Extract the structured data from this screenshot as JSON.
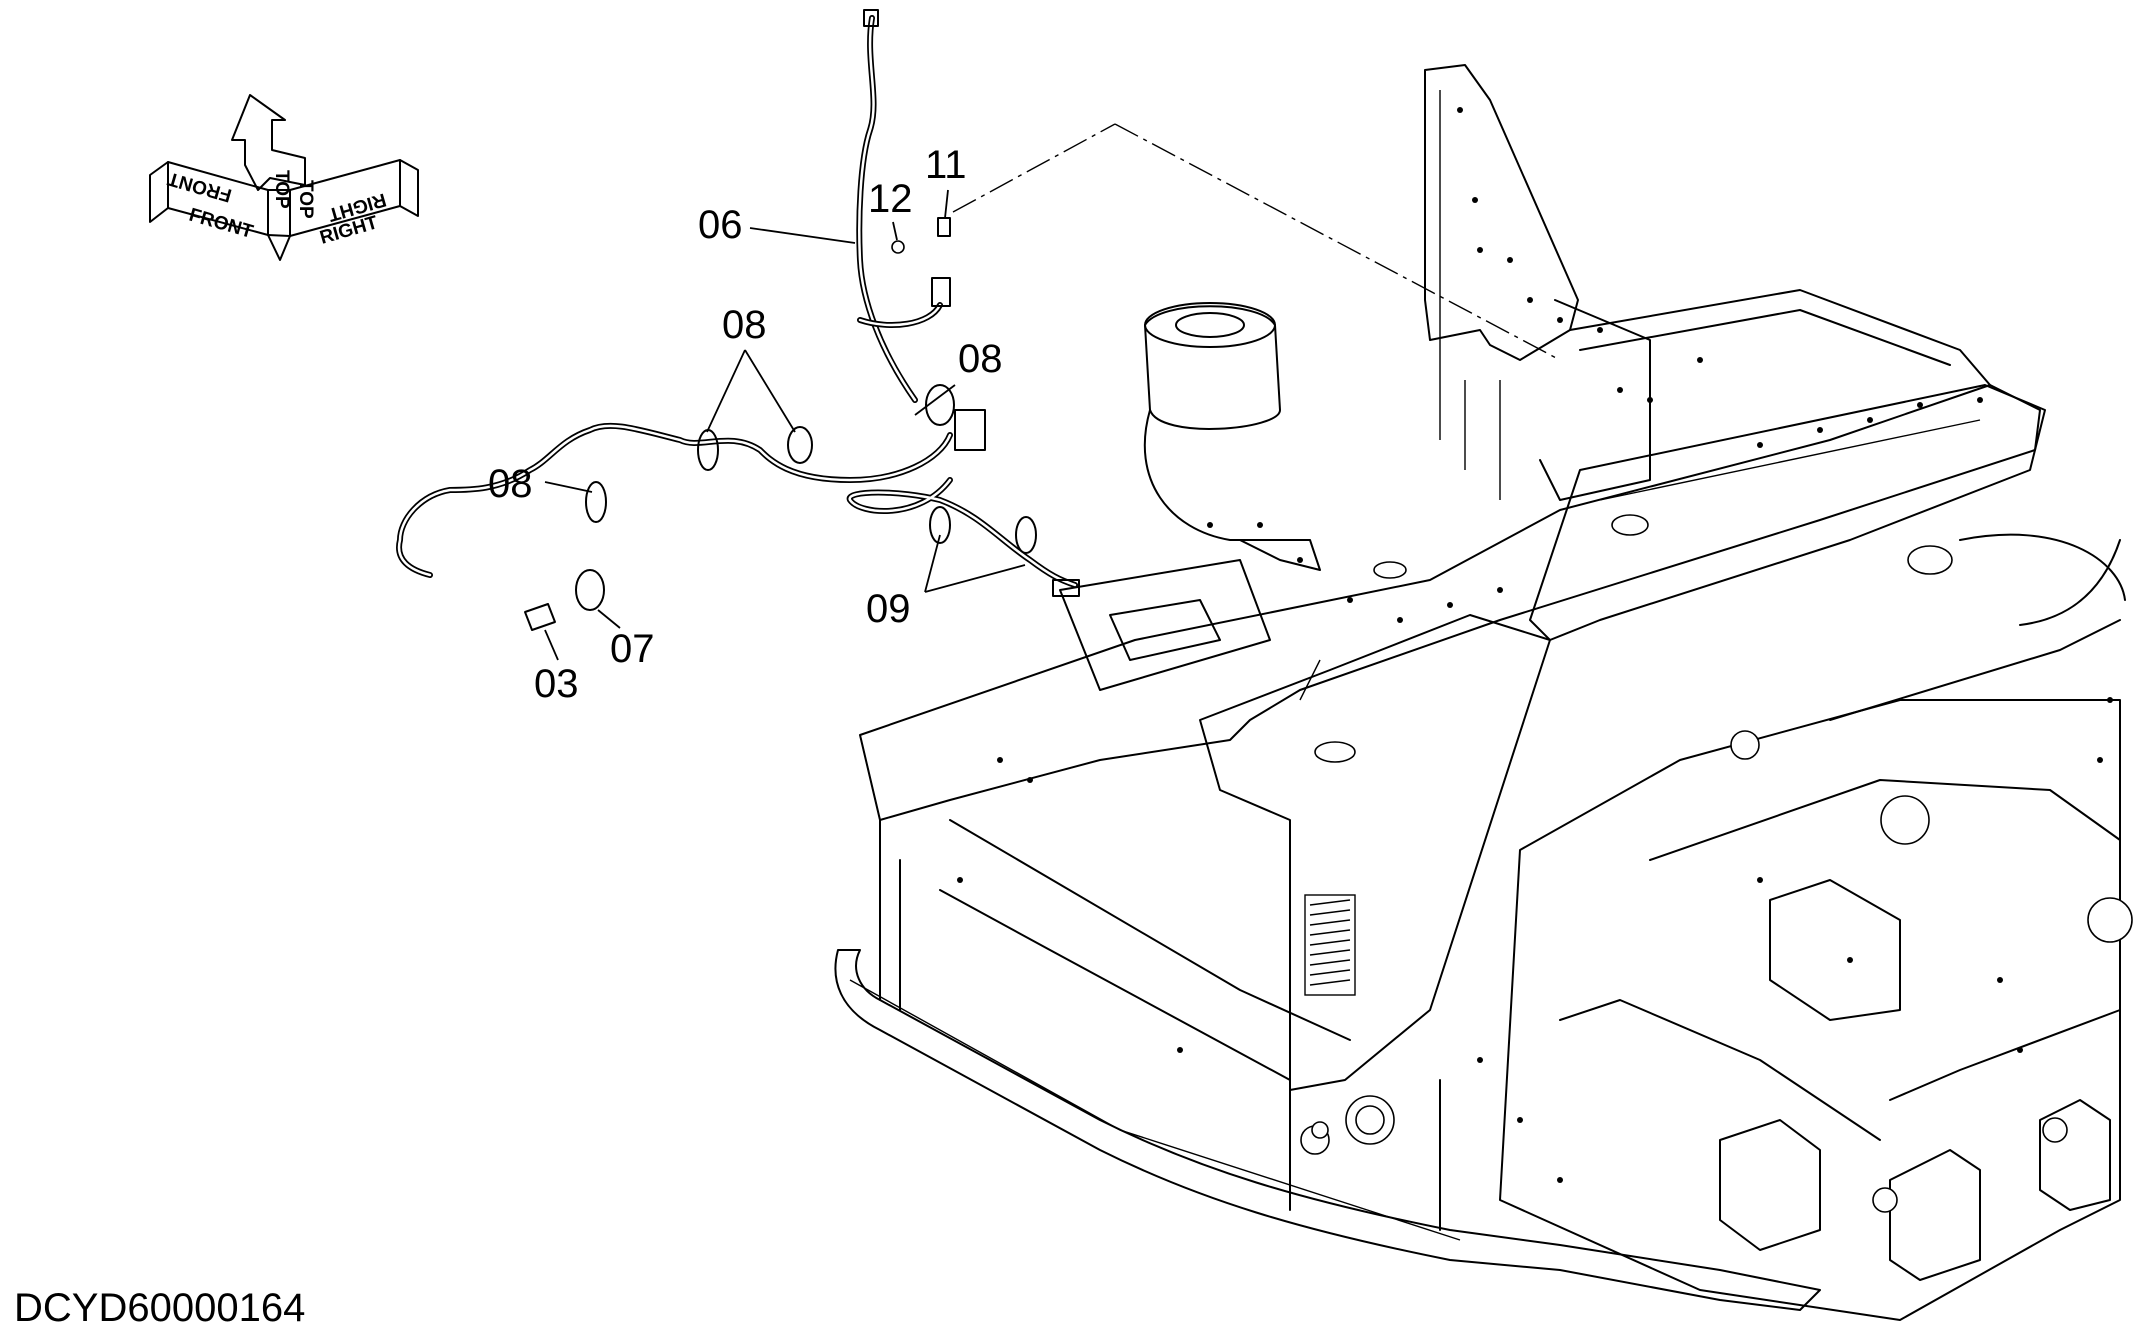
{
  "drawing": {
    "code": "DCYD60000164",
    "orientation": {
      "front": "FRONT",
      "top": "TOP",
      "right": "RIGHT"
    }
  },
  "callouts": {
    "c03": "03",
    "c06": "06",
    "c07": "07",
    "c08a": "08",
    "c08b": "08",
    "c08c": "08",
    "c09": "09",
    "c11": "11",
    "c12": "12"
  }
}
